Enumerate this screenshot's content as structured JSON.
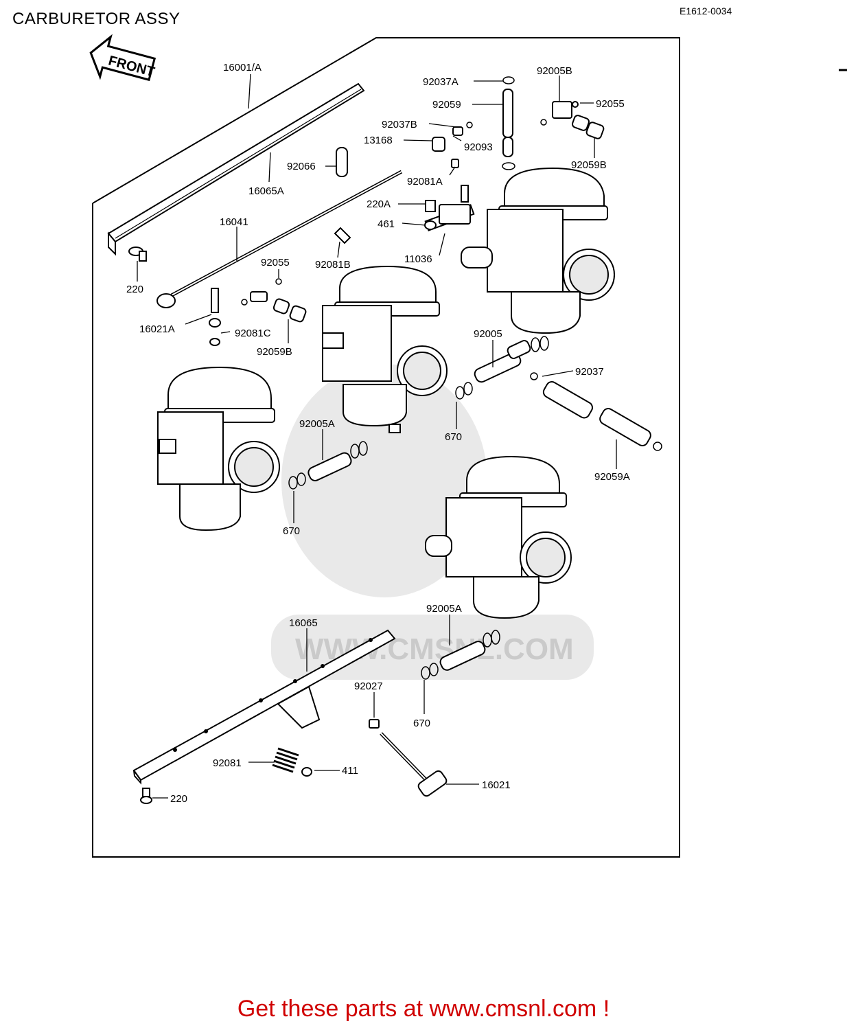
{
  "header": {
    "title": "CARBURETOR ASSY",
    "code": "E1612-0034"
  },
  "front_marker": "FRONT",
  "watermark": "WWW.CMSNL.COM",
  "labels": {
    "l16001A": "16001/A",
    "l92037A": "92037A",
    "l92005B": "92005B",
    "l92059": "92059",
    "l92055a": "92055",
    "l92037B": "92037B",
    "l13168": "13168",
    "l92093": "92093",
    "l92066": "92066",
    "l92059B1": "92059B",
    "l16065A": "16065A",
    "l92081A": "92081A",
    "l220A": "220A",
    "l461": "461",
    "l16041": "16041",
    "l11036": "11036",
    "l92055b": "92055",
    "l92081B": "92081B",
    "l220a": "220",
    "l16021A": "16021A",
    "l92081C": "92081C",
    "l92059B2": "92059B",
    "l92005": "92005",
    "l92037": "92037",
    "l92005A1": "92005A",
    "l670a": "670",
    "l92059A": "92059A",
    "l670b": "670",
    "l92005A2": "92005A",
    "l16065": "16065",
    "l92027": "92027",
    "l670c": "670",
    "l92081": "92081",
    "l411": "411",
    "l16021": "16021",
    "l220b": "220"
  },
  "footer": {
    "text": "Get these parts at www.cmsnl.com !",
    "color": "#d00000"
  }
}
